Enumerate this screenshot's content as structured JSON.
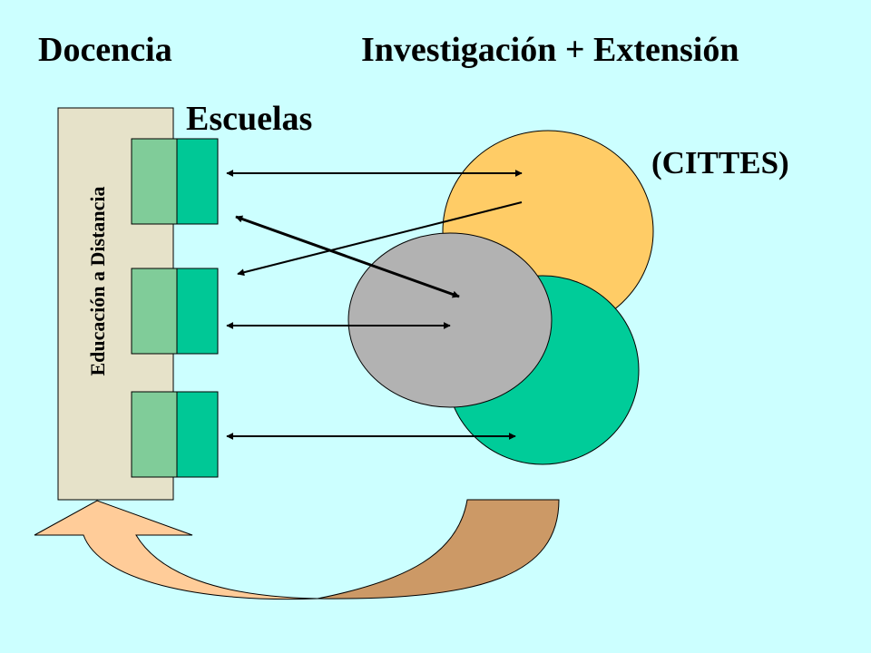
{
  "titles": {
    "docencia": "Docencia",
    "investigacion_extension": "Investigación + Extensión",
    "escuelas": "Escuelas",
    "cittes": "(CITTES)"
  },
  "sidebar": {
    "label": "Educación a Distancia"
  },
  "colors": {
    "background": "#ccffff",
    "panel": "#e6e2c9",
    "block_light": "#80cc99",
    "block_dark": "#00c896",
    "circle_orange": "#ffcc66",
    "circle_green": "#00cc99",
    "circle_gray": "#b2b2b2",
    "arrow_left": "#ffcc99",
    "arrow_right": "#cc9966"
  }
}
